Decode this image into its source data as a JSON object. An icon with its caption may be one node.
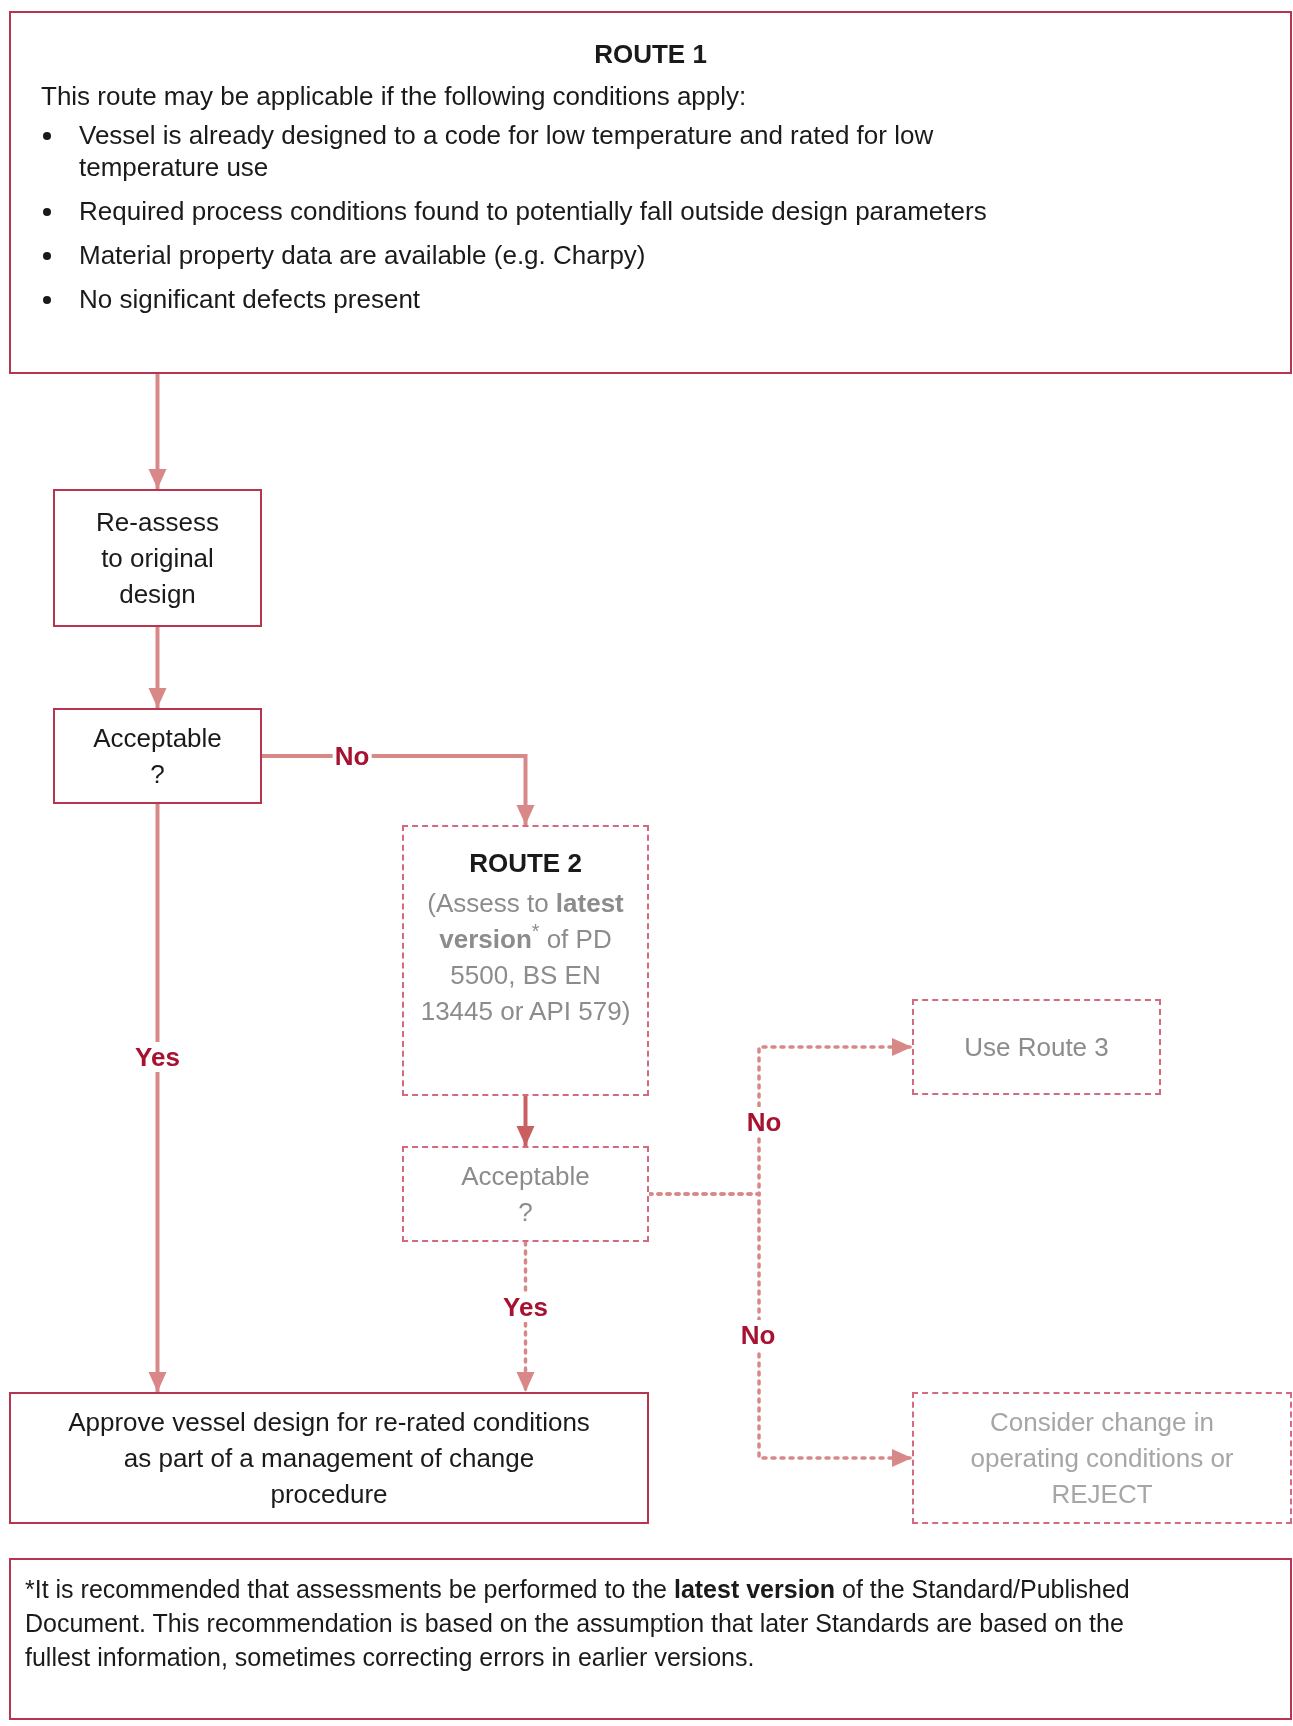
{
  "diagram": {
    "nodes": [
      {
        "text": [
          "ROUTE 1",
          "This route may be applicable if the following conditions apply:",
          "Vessel is already designed to a code for low temperature and rated for low temperature use",
          "Required process conditions found to potentially fall outside design parameters",
          "Material property data are available (e.g. Charpy)",
          "No significant defects present"
        ]
      },
      {
        "text": [
          "Re-assess to original design"
        ]
      },
      {
        "text": [
          "Acceptable ?"
        ]
      },
      {
        "text": [
          "ROUTE 2",
          "(Assess to **latest version**$^{*}$ of PD 5500, BS EN 13445 or API 579)"
        ]
      },
      {
        "text": [
          "Acceptable ?"
        ]
      },
      {
        "text": [
          "Use Route 3"
        ]
      },
      {
        "text": [
          "Approve vessel design for re-rated conditions as part of a management of change procedure"
        ]
      },
      {
        "text": [
          "Consider change in operating conditions or REJECT"
        ]
      },
      {
        "text": [
          "*It is recommended that assessments be performed to the **latest version** of the Standard/Published Document. This recommendation is based on the assumption that later Standards are based on the fullest information, sometimes correcting errors in earlier versions."
        ]
      }
    ],
    "edges": [
      {
        "from": 0,
        "to": 1,
        "arrow": "to"
      },
      {
        "from": 1,
        "to": 2,
        "arrow": "to"
      },
      {
        "from": 2,
        "to": 3,
        "arrow": "to",
        "label": "No"
      },
      {
        "from": 2,
        "to": 6,
        "arrow": "to",
        "label": "Yes"
      },
      {
        "from": 3,
        "to": 4,
        "arrow": "to",
        "color": "#c96060"
      },
      {
        "from": 4,
        "to": 6,
        "arrow": "to",
        "label": "Yes",
        "style": "dashed"
      },
      {
        "from": 4,
        "to": 5,
        "arrow": "to",
        "label": "No",
        "style": "dashed"
      },
      {
        "from": 4,
        "to": 7,
        "arrow": "to",
        "label": "No",
        "style": "dashed"
      }
    ]
  }
}
